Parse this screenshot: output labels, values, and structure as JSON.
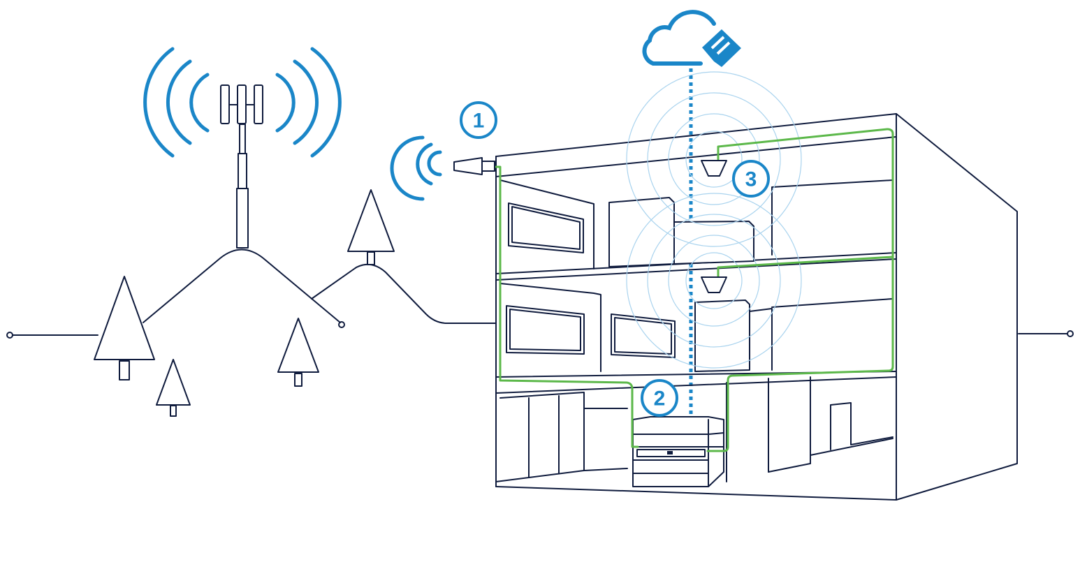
{
  "markers": {
    "outdoor_antenna": "1",
    "booster": "2",
    "indoor_antenna": "3"
  },
  "colors": {
    "outline": "#0f1b3d",
    "signal": "#1a86c8",
    "cable": "#5cb84a",
    "coverage": "#a9d3ee"
  },
  "icons": {
    "cell_tower": "cell-tower-icon",
    "cloud": "cloud-icon",
    "tree": "tree-icon"
  }
}
